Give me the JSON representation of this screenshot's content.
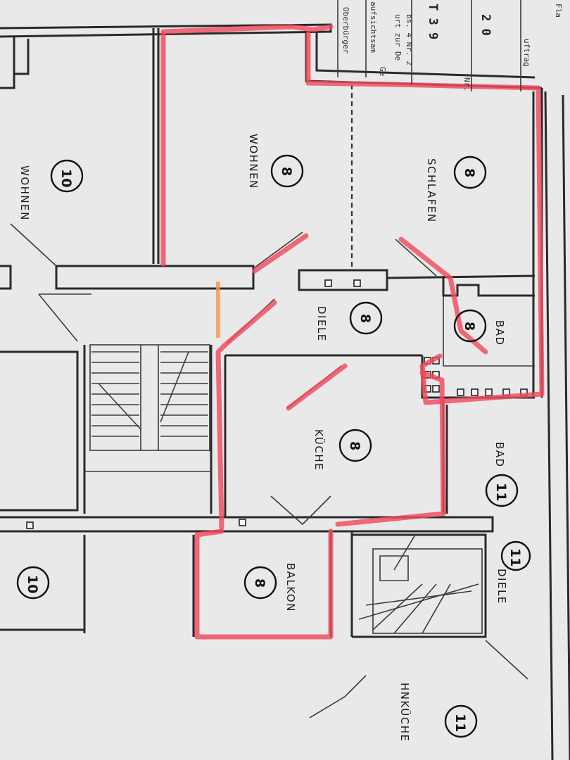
{
  "rooms": [
    {
      "id": "wohnen-left",
      "label": "WOHNEN",
      "number": "10"
    },
    {
      "id": "wohnen",
      "label": "WOHNEN",
      "number": "8"
    },
    {
      "id": "schlafen",
      "label": "SCHLAFEN",
      "number": "8"
    },
    {
      "id": "diele",
      "label": "DIELE",
      "number": "8"
    },
    {
      "id": "bad",
      "label": "BAD",
      "number": "8"
    },
    {
      "id": "kueche",
      "label": "KÜCHE",
      "number": "8"
    },
    {
      "id": "bad-lower",
      "label": "BAD",
      "number": "11"
    },
    {
      "id": "balkon",
      "label": "BALKON",
      "number": "8"
    },
    {
      "id": "diele-lower",
      "label": "DIELE",
      "number": "11"
    },
    {
      "id": "wohnkueche",
      "label": "HNKÜCHE",
      "number": "11"
    },
    {
      "id": "left-lower",
      "label": "",
      "number": "10"
    }
  ],
  "stamp": {
    "line1": "Oberbürger",
    "line2": "aufsichtsam",
    "line3": "urt zur De",
    "line4": "bs. 4 Nr. 2",
    "line5": "T 3 9",
    "line6": "2 0",
    "line7": "uftrag",
    "line8": "Nr.",
    "line9": "Ge",
    "line10": "Fla"
  },
  "colors": {
    "paper": "#e9e9ea",
    "ink": "#2a2a2a",
    "highlight": "#f24b5e",
    "highlight_orange": "#f59a4a"
  }
}
